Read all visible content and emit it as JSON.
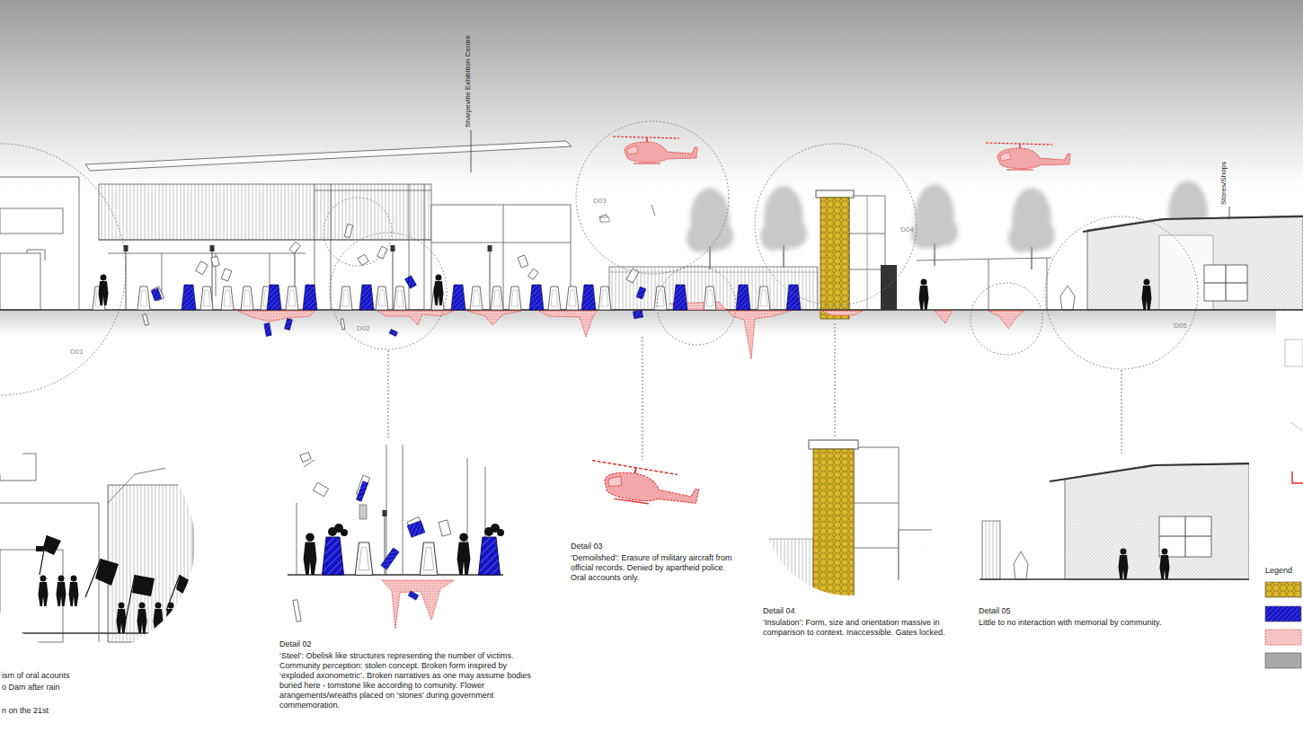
{
  "diagram": {
    "labels": [
      "Sharpeville Exhibition Centre",
      "D03",
      "D04",
      "Stores/Shops",
      "D01",
      "D02",
      "D05",
      "Detail 03",
      "‘Demoilshed’: Erasure of military aircraft from official records. Denied by apartheid police. Oral accounts only.",
      "Legend",
      "Detail 04",
      "‘Insulation’: Form, size and orientation massive in comparison to context. Inaccessible. Gates locked.",
      "Detail 05",
      "Little to no interaction with memorial by community.",
      "Detail 02",
      "‘Steel’: Obelisk like structures representing the number of victims. Community perception: stolen concept. Broken form inspired by ‘exploded axonometric’. Broken narratives as one may assume bodies buried here - tomstone like according to comunity. Flower arangements/wreaths placed on ‘stones’ during government commemoration.",
      "ism of oral acounts",
      "o Dam after rain",
      "n on the 21st"
    ]
  }
}
